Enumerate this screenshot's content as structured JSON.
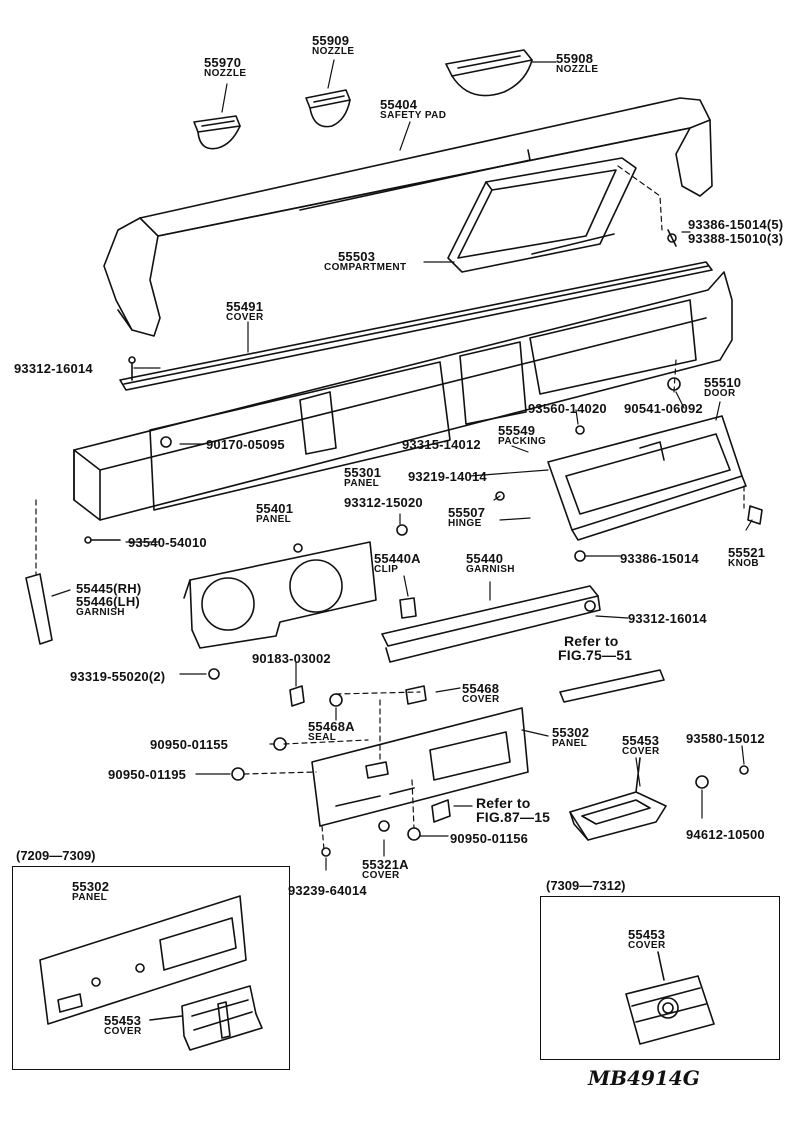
{
  "callouts": [
    {
      "id": "c55970",
      "number": "55970",
      "name": "NOZZLE"
    },
    {
      "id": "c55909",
      "number": "55909",
      "name": "NOZZLE"
    },
    {
      "id": "c55908",
      "number": "55908",
      "name": "NOZZLE"
    },
    {
      "id": "c55404",
      "number": "55404",
      "name": "SAFETY PAD"
    },
    {
      "id": "c93386a",
      "number": "93386-15014(5)",
      "name": ""
    },
    {
      "id": "c93388",
      "number": "93388-15010(3)",
      "name": ""
    },
    {
      "id": "c55503",
      "number": "55503",
      "name": "COMPARTMENT"
    },
    {
      "id": "c55491",
      "number": "55491",
      "name": "COVER"
    },
    {
      "id": "c93312a",
      "number": "93312-16014",
      "name": ""
    },
    {
      "id": "c55510",
      "number": "55510",
      "name": "DOOR"
    },
    {
      "id": "c90541",
      "number": "90541-06092",
      "name": ""
    },
    {
      "id": "c93560",
      "number": "93560-14020",
      "name": ""
    },
    {
      "id": "c90170",
      "number": "90170-05095",
      "name": ""
    },
    {
      "id": "c93315",
      "number": "93315-14012",
      "name": ""
    },
    {
      "id": "c55549",
      "number": "55549",
      "name": "PACKING"
    },
    {
      "id": "c55301",
      "number": "55301",
      "name": "PANEL"
    },
    {
      "id": "c93219",
      "number": "93219-14014",
      "name": ""
    },
    {
      "id": "c93312b",
      "number": "93312-15020",
      "name": ""
    },
    {
      "id": "c55507",
      "number": "55507",
      "name": "HINGE"
    },
    {
      "id": "c55401",
      "number": "55401",
      "name": "PANEL"
    },
    {
      "id": "c93540",
      "number": "93540-54010",
      "name": ""
    },
    {
      "id": "c55440A",
      "number": "55440A",
      "name": "CLIP"
    },
    {
      "id": "c55440",
      "number": "55440",
      "name": "GARNISH"
    },
    {
      "id": "c93386b",
      "number": "93386-15014",
      "name": ""
    },
    {
      "id": "c55521",
      "number": "55521",
      "name": "KNOB"
    },
    {
      "id": "c55445",
      "number": "55445(RH)",
      "name": ""
    },
    {
      "id": "c55446",
      "number": "55446(LH)",
      "name": "GARNISH"
    },
    {
      "id": "c93312c",
      "number": "93312-16014",
      "name": ""
    },
    {
      "id": "c93319",
      "number": "93319-55020(2)",
      "name": ""
    },
    {
      "id": "c90183",
      "number": "90183-03002",
      "name": ""
    },
    {
      "id": "c55468",
      "number": "55468",
      "name": "COVER"
    },
    {
      "id": "c55468A",
      "number": "55468A",
      "name": "SEAL"
    },
    {
      "id": "c55302",
      "number": "55302",
      "name": "PANEL"
    },
    {
      "id": "c55453",
      "number": "55453",
      "name": "COVER"
    },
    {
      "id": "c93580",
      "number": "93580-15012",
      "name": ""
    },
    {
      "id": "c90950a",
      "number": "90950-01155",
      "name": ""
    },
    {
      "id": "c90950b",
      "number": "90950-01195",
      "name": ""
    },
    {
      "id": "c90950c",
      "number": "90950-01156",
      "name": ""
    },
    {
      "id": "c55321A",
      "number": "55321A",
      "name": "COVER"
    },
    {
      "id": "c93239",
      "number": "93239-64014",
      "name": ""
    },
    {
      "id": "c94612",
      "number": "94612-10500",
      "name": ""
    }
  ],
  "references": [
    {
      "id": "ref75",
      "line1": "Refer to",
      "line2": "FIG.75—51"
    },
    {
      "id": "ref87",
      "line1": "Refer to",
      "line2": "FIG.87—15"
    }
  ],
  "insets": [
    {
      "id": "inset-left",
      "range": "(7209—7309)",
      "parts": [
        {
          "number": "55302",
          "name": "PANEL"
        },
        {
          "number": "55453",
          "name": "COVER"
        }
      ]
    },
    {
      "id": "inset-right",
      "range": "(7309—7312)",
      "parts": [
        {
          "number": "55453",
          "name": "COVER"
        }
      ]
    }
  ],
  "drawing_code": "MB4914G"
}
